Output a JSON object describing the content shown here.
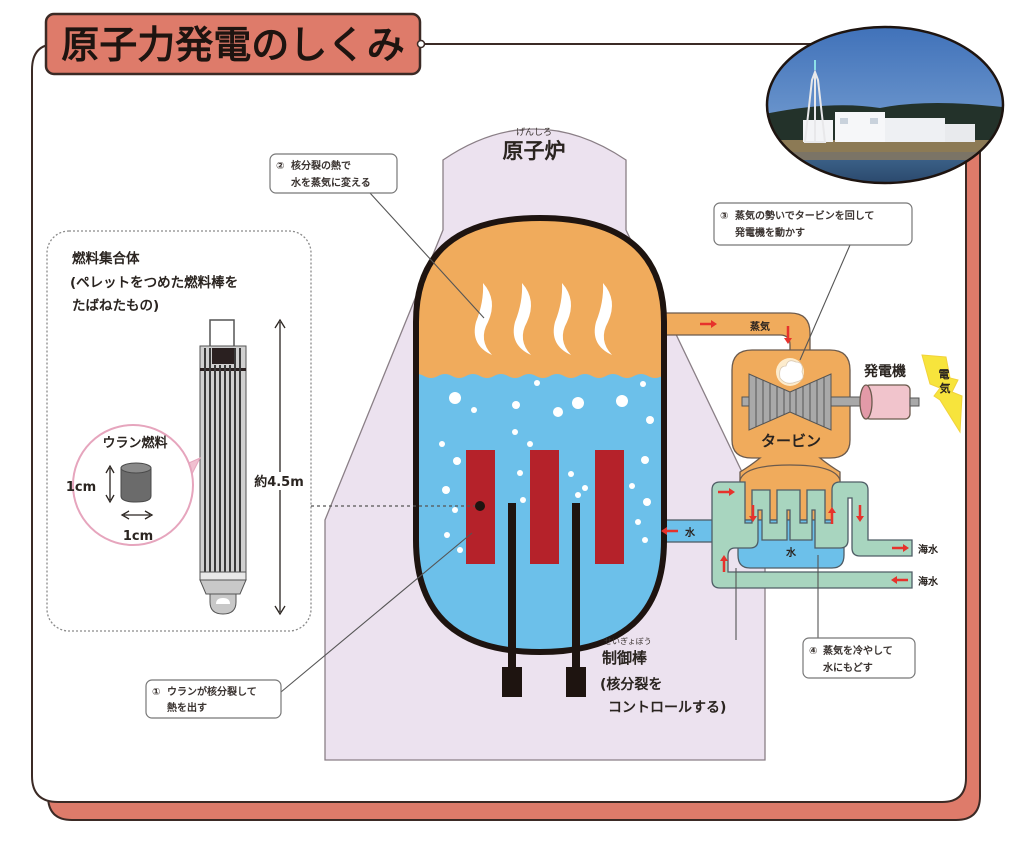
{
  "title": "原子力発電のしくみ",
  "reactor": {
    "ruby": "げんしろ",
    "label": "原子炉"
  },
  "callouts": [
    {
      "number": "①",
      "lines": [
        "ウランが核分裂して",
        "熱を出す"
      ]
    },
    {
      "number": "②",
      "lines": [
        "核分裂の熱で",
        "水を蒸気に変える"
      ]
    },
    {
      "number": "③",
      "lines": [
        "蒸気の勢いでタービンを回して",
        "発電機を動かす"
      ]
    },
    {
      "number": "④",
      "lines": [
        "蒸気を冷やして",
        "水にもどす"
      ]
    }
  ],
  "fuel_assembly": {
    "title": "燃料集合体",
    "subtitle_lines": [
      "(ペレットをつめた燃料棒を",
      "たばねたもの)"
    ],
    "length_label": "約4.5m"
  },
  "uranium_fuel": {
    "title": "ウラン燃料",
    "height_label": "1cm",
    "width_label": "1cm"
  },
  "control_rods": {
    "ruby": "せいぎょぼう",
    "label": "制御棒",
    "note_lines": [
      "(核分裂を",
      "コントロールする)"
    ]
  },
  "flow_labels": {
    "steam": "蒸気",
    "water_return": "水",
    "condenser_water": "水",
    "seawater_out": "海水",
    "seawater_in": "海水"
  },
  "turbine": {
    "label": "タービン"
  },
  "generator": {
    "label": "発電機"
  },
  "electricity": {
    "label": "電気",
    "chars": [
      "電",
      "気"
    ]
  },
  "photo": {
    "alt": "nuclear-power-plant-photo"
  },
  "colors": {
    "frame_salmon": "#de7b6a",
    "building_lavender": "#ece2ef",
    "steam_orange": "#f0ab5c",
    "water_blue": "#6cc0ea",
    "fuel_red": "#b5222a",
    "seawater_green": "#a8d5bf",
    "turbine_gray": "#a9a9a9",
    "generator_pink": "#f1c4cc",
    "lightning_yellow": "#f7e43c",
    "arrow_red": "#e6322c",
    "outline_dark": "#1e1410"
  }
}
